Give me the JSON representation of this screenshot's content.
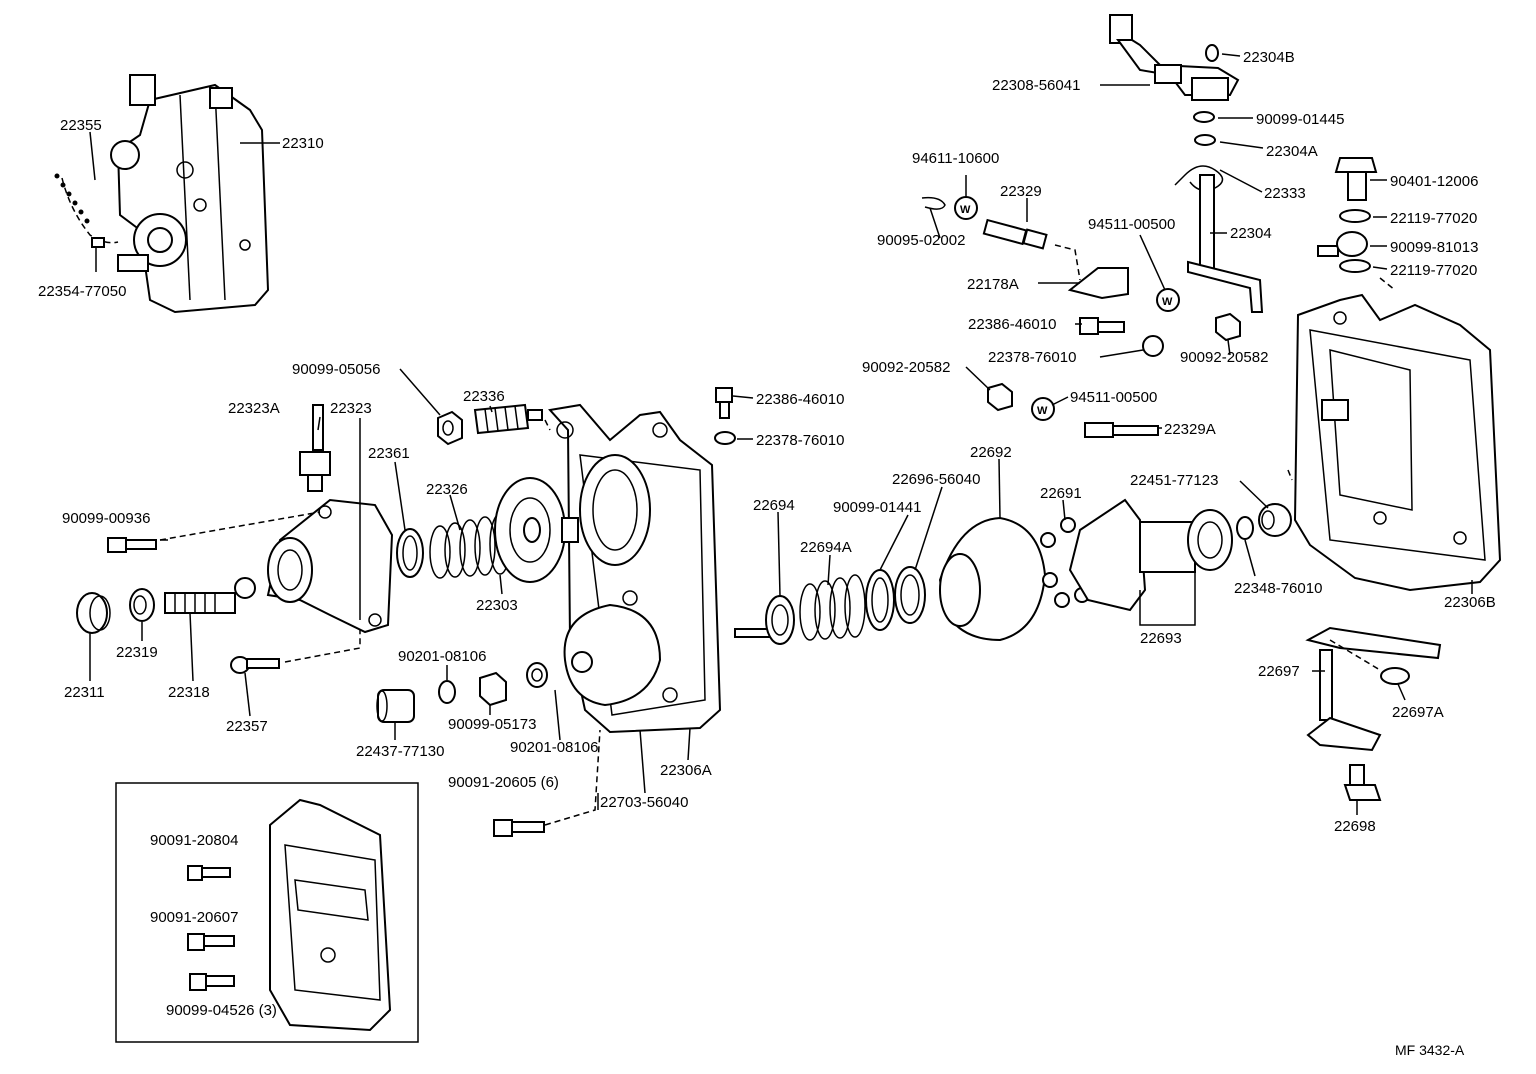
{
  "figure_code": "MF 3432-A",
  "washer_mark": "W",
  "labels": {
    "p22355": "22355",
    "p22310": "22310",
    "p22354_77050": "22354-77050",
    "p22304B": "22304B",
    "p22308_56041": "22308-56041",
    "p90099_01445": "90099-01445",
    "p22304A": "22304A",
    "p22333": "22333",
    "p90401_12006": "90401-12006",
    "p22119_77020_a": "22119-77020",
    "p90099_81013": "90099-81013",
    "p22119_77020_b": "22119-77020",
    "p94611_10600": "94611-10600",
    "p22329": "22329",
    "p90095_02002": "90095-02002",
    "p94511_00500_a": "94511-00500",
    "p22304": "22304",
    "p22178A": "22178A",
    "p22386_46010_a": "22386-46010",
    "p22378_76010_a": "22378-76010",
    "p90092_20582_a": "90092-20582",
    "p90092_20582_b": "90092-20582",
    "p94511_00500_b": "94511-00500",
    "p22329A": "22329A",
    "p90099_05056": "90099-05056",
    "p22336": "22336",
    "p22386_46010_b": "22386-46010",
    "p22378_76010_b": "22378-76010",
    "p22323A": "22323A",
    "p22323": "22323",
    "p22361": "22361",
    "p22326": "22326",
    "p22692": "22692",
    "p22696_56040": "22696-56040",
    "p22691": "22691",
    "p22451_77123": "22451-77123",
    "p90099_00936": "90099-00936",
    "p22694": "22694",
    "p90099_01441": "90099-01441",
    "p22694A": "22694A",
    "p22303": "22303",
    "p22348_76010": "22348-76010",
    "p22306B": "22306B",
    "p22693": "22693",
    "p22311": "22311",
    "p22319": "22319",
    "p22318": "22318",
    "p22357": "22357",
    "p90201_08106_a": "90201-08106",
    "p90099_05173": "90099-05173",
    "p22437_77130": "22437-77130",
    "p90201_08106_b": "90201-08106",
    "p22306A": "22306A",
    "p90091_20605": "90091-20605 (6)",
    "p22703_56040": "22703-56040",
    "p22697": "22697",
    "p22697A": "22697A",
    "p22698": "22698",
    "p90091_20804": "90091-20804",
    "p90091_20607": "90091-20607",
    "p90099_04526": "90099-04526 (3)"
  }
}
